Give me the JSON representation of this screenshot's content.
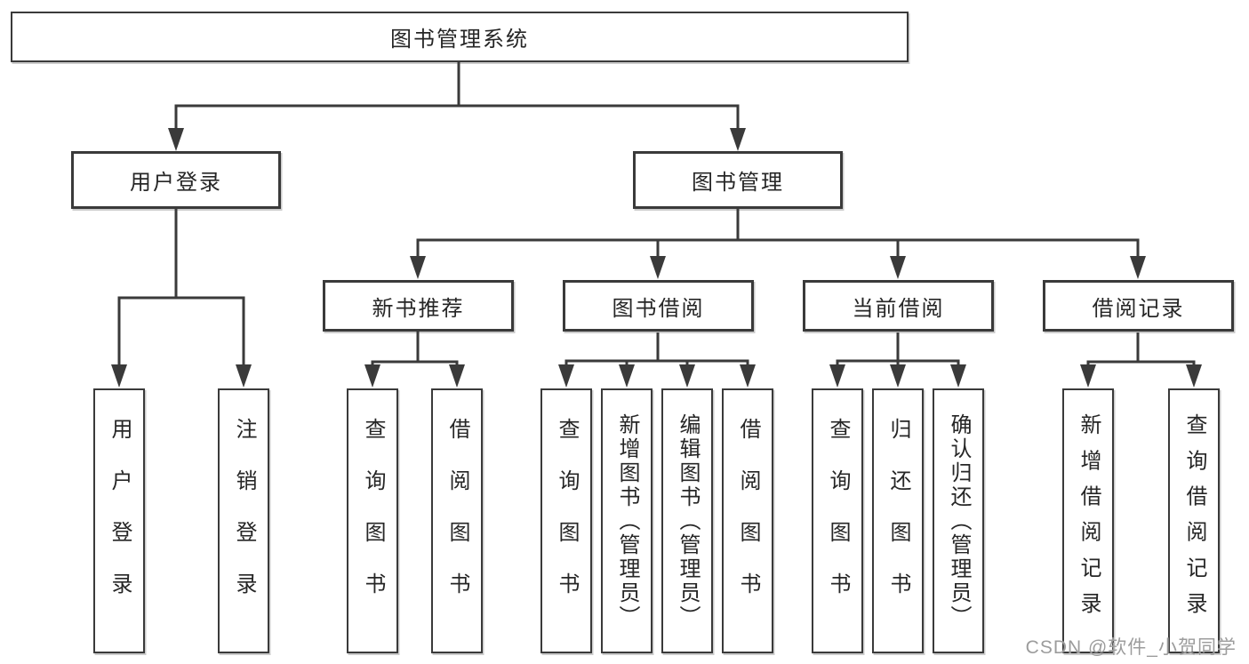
{
  "tree": {
    "label": "图书管理系统",
    "children": [
      {
        "label": "用户登录",
        "children": [
          {
            "label": "用户登录"
          },
          {
            "label": "注销登录"
          }
        ]
      },
      {
        "label": "图书管理",
        "children": [
          {
            "label": "新书推荐",
            "children": [
              {
                "label": "查询图书"
              },
              {
                "label": "借阅图书"
              }
            ]
          },
          {
            "label": "图书借阅",
            "children": [
              {
                "label": "查询图书"
              },
              {
                "label": "新增图书（管理员）"
              },
              {
                "label": "编辑图书（管理员）"
              },
              {
                "label": "借阅图书"
              }
            ]
          },
          {
            "label": "当前借阅",
            "children": [
              {
                "label": "查询图书"
              },
              {
                "label": "归还图书"
              },
              {
                "label": "确认归还（管理员）"
              }
            ]
          },
          {
            "label": "借阅记录",
            "children": [
              {
                "label": "新增借阅记录"
              },
              {
                "label": "查询借阅记录"
              }
            ]
          }
        ]
      }
    ]
  },
  "watermark": "CSDN @软件_小贺同学",
  "colors": {
    "line": "#3a3a3a",
    "box_border": "#3a3a3a",
    "text": "#262626",
    "watermark": "#9c9c9c",
    "background": "#ffffff"
  }
}
